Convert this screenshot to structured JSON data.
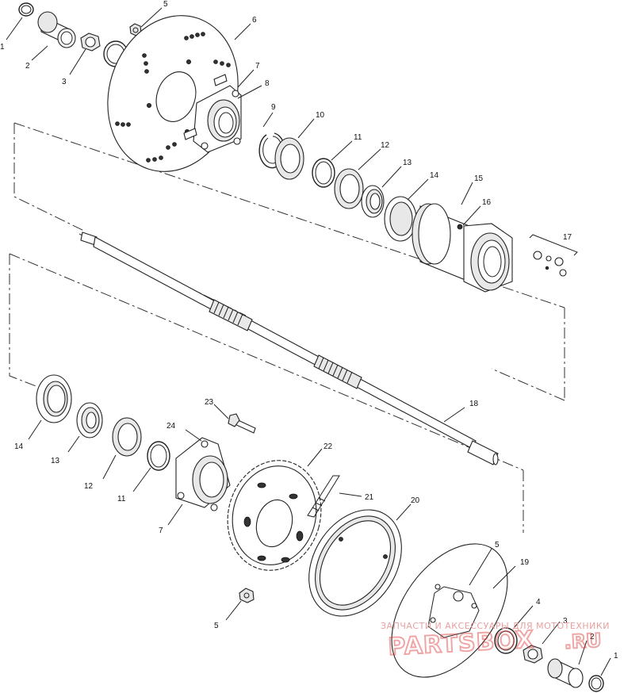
{
  "callouts": [
    {
      "id": "c1a",
      "text": "1"
    },
    {
      "id": "c2a",
      "text": "2"
    },
    {
      "id": "c3a",
      "text": "3"
    },
    {
      "id": "c5a",
      "text": "5"
    },
    {
      "id": "c6",
      "text": "6"
    },
    {
      "id": "c7a",
      "text": "7"
    },
    {
      "id": "c8",
      "text": "8"
    },
    {
      "id": "c9",
      "text": "9"
    },
    {
      "id": "c10",
      "text": "10"
    },
    {
      "id": "c11a",
      "text": "11"
    },
    {
      "id": "c12a",
      "text": "12"
    },
    {
      "id": "c13a",
      "text": "13"
    },
    {
      "id": "c14a",
      "text": "14"
    },
    {
      "id": "c15",
      "text": "15"
    },
    {
      "id": "c16",
      "text": "16"
    },
    {
      "id": "c17",
      "text": "17"
    },
    {
      "id": "c18",
      "text": "18"
    },
    {
      "id": "c14b",
      "text": "14"
    },
    {
      "id": "c13b",
      "text": "13"
    },
    {
      "id": "c12b",
      "text": "12"
    },
    {
      "id": "c11b",
      "text": "11"
    },
    {
      "id": "c23",
      "text": "23"
    },
    {
      "id": "c24",
      "text": "24"
    },
    {
      "id": "c7b",
      "text": "7"
    },
    {
      "id": "c22",
      "text": "22"
    },
    {
      "id": "c21",
      "text": "21"
    },
    {
      "id": "c20",
      "text": "20"
    },
    {
      "id": "c5b",
      "text": "5"
    },
    {
      "id": "c5c",
      "text": "5"
    },
    {
      "id": "c19",
      "text": "19"
    },
    {
      "id": "c4",
      "text": "4"
    },
    {
      "id": "c3b",
      "text": "3"
    },
    {
      "id": "c2b",
      "text": "2"
    },
    {
      "id": "c1b",
      "text": "1"
    }
  ],
  "watermark": {
    "tagline": "ЗАПЧАСТИ И АКСЕССУАРЫ ДЛЯ МОТОТЕХНИКИ",
    "logo": "PARTSBOX",
    "domain": ".RU"
  },
  "colors": {
    "line": "#222222",
    "watermark": "#e03a3a",
    "background": "#ffffff"
  }
}
